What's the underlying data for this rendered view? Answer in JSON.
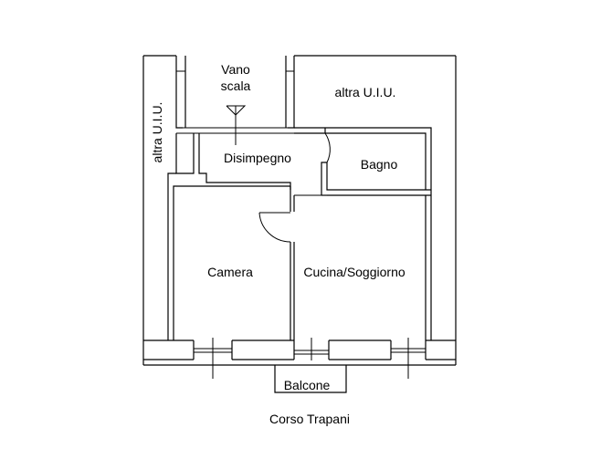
{
  "labels": {
    "vano_line1": "Vano",
    "vano_line2": "scala",
    "altra_right": "altra U.I.U.",
    "altra_left": "altra U.I.U.",
    "disimpegno": "Disimpegno",
    "bagno": "Bagno",
    "camera": "Camera",
    "cucina": "Cucina/Soggiorno",
    "balcone": "Balcone",
    "street": "Corso Trapani"
  },
  "colors": {
    "line": "#000000",
    "background": "#ffffff"
  }
}
